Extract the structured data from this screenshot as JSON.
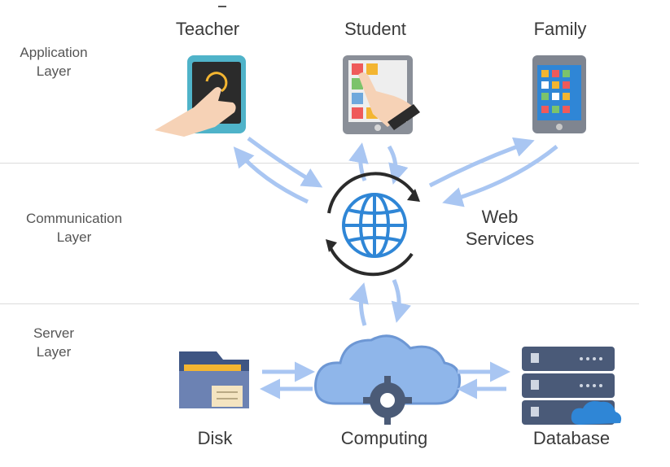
{
  "layers": {
    "application": [
      "Application",
      "Layer"
    ],
    "communication": [
      "Communication",
      "Layer"
    ],
    "server": [
      "Server",
      "Layer"
    ]
  },
  "nodes": {
    "teacher": "Teacher",
    "student": "Student",
    "family": "Family",
    "web_services": [
      "Web",
      "Services"
    ],
    "disk": "Disk",
    "computing": "Computing",
    "database": "Database"
  },
  "colors": {
    "arrow": "#a9c6f2",
    "globe": "#2f86d6",
    "cloud": "#8fb6ea",
    "gear": "#4b5b77",
    "folder": "#6c82b3",
    "folder_tab": "#3e5583",
    "database": "#4a5a78",
    "phone_dark": "#2b2b2b",
    "phone_frame": "#4fb3c9"
  },
  "icons": [
    "teacher-phone-icon",
    "student-tablet-icon",
    "family-phone-icon",
    "globe-sync-icon",
    "folder-disk-icon",
    "cloud-gear-icon",
    "server-database-icon"
  ]
}
